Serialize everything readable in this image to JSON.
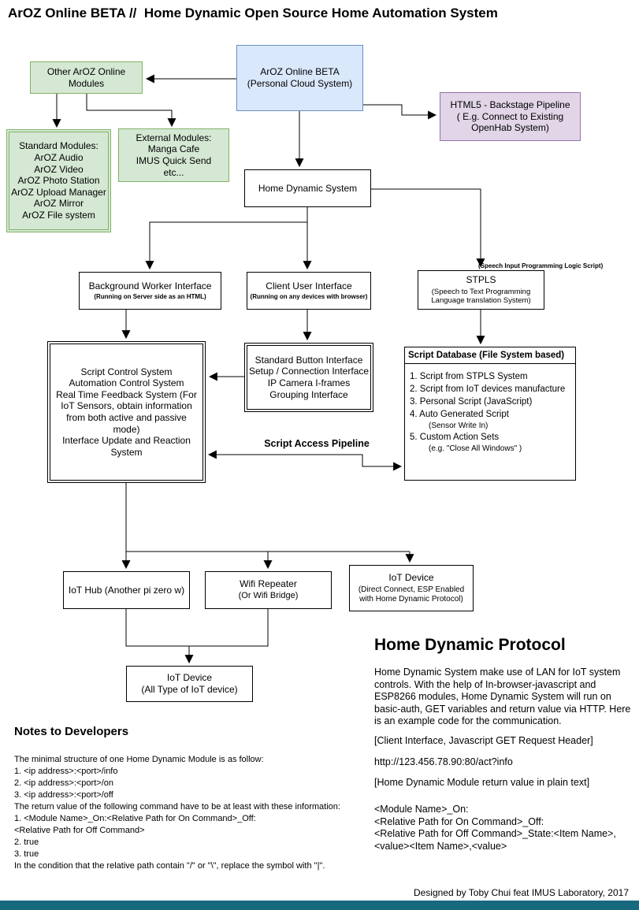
{
  "page": {
    "title": "ArOZ Online BETA //  Home Dynamic Open Source Home Automation System",
    "credit": "Designed by Toby Chui feat IMUS Laboratory, 2017"
  },
  "colors": {
    "green_fill": "#d5e8d4",
    "green_border": "#82b366",
    "blue_fill": "#dae8fc",
    "blue_border": "#6c8ebf",
    "purple_fill": "#e1d5e7",
    "purple_border": "#9673a6",
    "bottom_bar": "#17697e"
  },
  "nodes": {
    "aroz_beta": {
      "label": "ArOZ Online BETA\n(Personal Cloud System)"
    },
    "other_modules": {
      "label": "Other ArOZ Online\nModules"
    },
    "html5_pipeline": {
      "label": "HTML5 - Backstage Pipeline\n( E.g. Connect to Existing\nOpenHab System)"
    },
    "standard_modules": {
      "label": "Standard Modules:\nArOZ Audio\nArOZ Video\nArOZ Photo Station\nArOZ Upload Manager\nArOZ Mirror\nArOZ File system"
    },
    "external_modules": {
      "label": "External Modules:\nManga Cafe\nIMUS Quick Send\netc..."
    },
    "home_dynamic": {
      "label": "Home Dynamic System"
    },
    "bg_worker": {
      "label": "Background Worker Interface",
      "sublabel": "(Running on Server side as an HTML)"
    },
    "client_ui": {
      "label": "Client User Interface",
      "sublabel": "(Running on any devices with browser)"
    },
    "stpls": {
      "label": "STPLS",
      "sublabel": "(Speech to Text Programming\nLanguage translation System)",
      "annotation": "(Speech Input Programming Logic Script)"
    },
    "script_control": {
      "label": "Script Control System\nAutomation Control System\nReal Time Feedback System (For\nIoT Sensors, obtain information\nfrom both active and passive\nmode)\nInterface Update and Reaction\nSystem"
    },
    "button_interface": {
      "label": "Standard Button Interface\nSetup / Connection Interface\nIP Camera I-frames\nGrouping Interface"
    },
    "script_db": {
      "header": "Script Database (File System based)",
      "items": [
        "1. Script from STPLS System",
        "2. Script from IoT devices manufacture",
        "3. Personal Script (JavaScript)",
        "4. Auto Generated Script",
        "(Sensor Write In)",
        "5. Custom Action Sets",
        "(e.g. \"Close All Windows\" )"
      ]
    },
    "script_access_label": "Script Access Pipeline",
    "iot_hub": {
      "label": "IoT Hub (Another pi zero w)"
    },
    "wifi_repeater": {
      "label": "Wifi Repeater",
      "sublabel": "(Or Wifi Bridge)"
    },
    "iot_device_direct": {
      "label": "IoT Device",
      "sublabel": "(Direct Connect, ESP Enabled\nwith Home Dynamic Protocol)"
    },
    "iot_device_all": {
      "label": "IoT Device\n(All Type of IoT device)"
    }
  },
  "notes": {
    "heading": "Notes to Developers",
    "body": "The minimal structure of one Home Dynamic Module is as follow:\n1. <ip address>:<port>/info\n2. <ip address>:<port>/on\n3. <ip address>:<port>/off\nThe return value of the following command have to be at least with these information:\n1. <Module Name>_On:<Relative Path for On Command>_Off:\n<Relative Path for Off Command>\n2. true\n3. true\nIn the condition that the relative path contain \"/\" or \"\\\", replace the symbol with \"|\"."
  },
  "protocol": {
    "heading": "Home Dynamic Protocol",
    "p1": "Home Dynamic System make use of LAN for IoT system controls. With the help of In-browser-javascript and ESP8266 modules, Home Dynamic System will run on basic-auth, GET variables and return value via HTTP. Here is an example code for the communication.",
    "p2": "[Client Interface, Javascript GET Request Header]",
    "p3": "http://123.456.78.90:80/act?info",
    "p4": "[Home Dynamic Module return value in plain text]",
    "p5": "<Module Name>_On:\n<Relative Path for On Command>_Off:\n<Relative Path for Off Command>_State:<Item Name>,\n<value><Item Name>,<value>"
  }
}
